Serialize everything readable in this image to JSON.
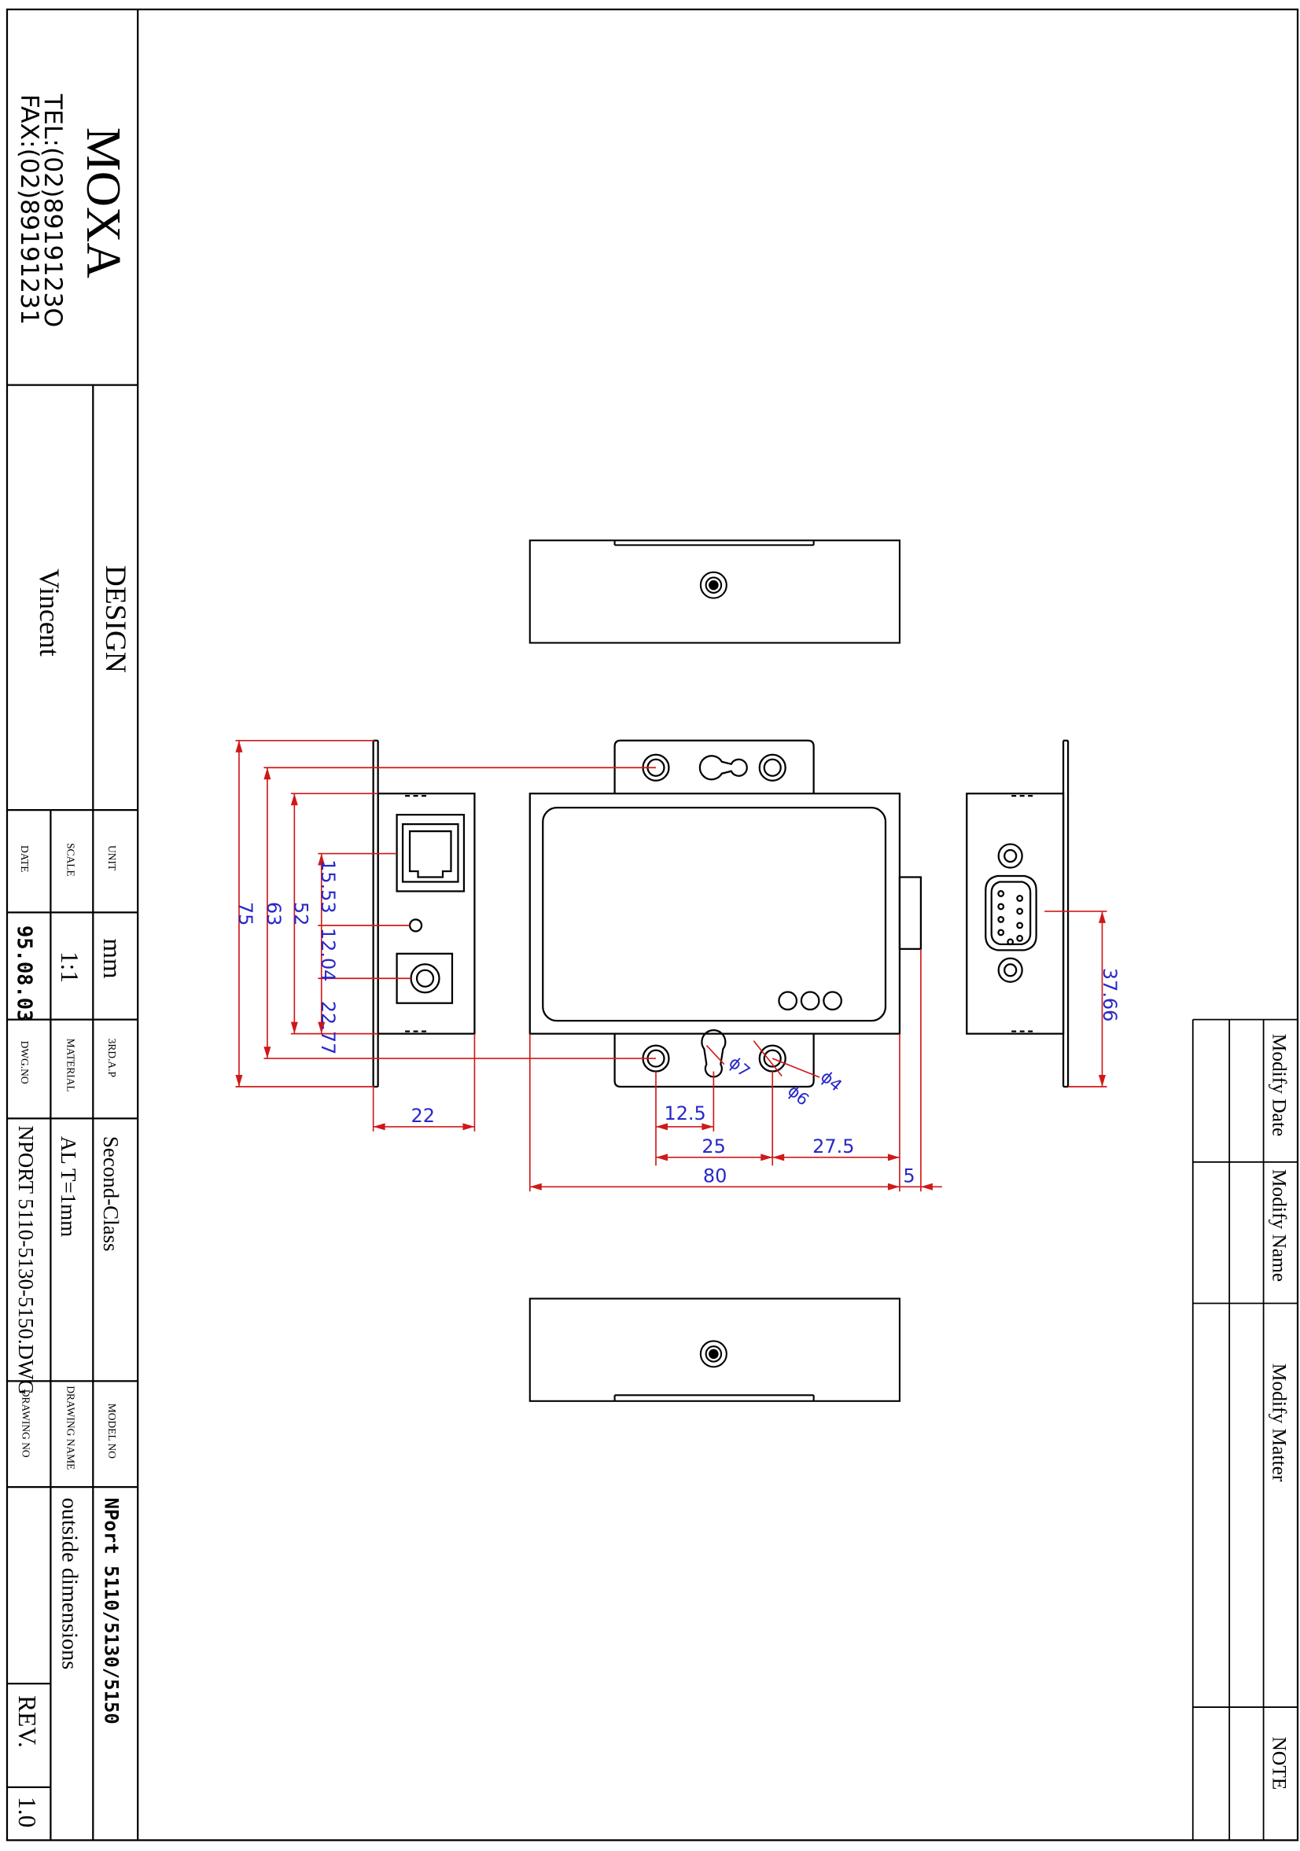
{
  "company": {
    "logo": "MOXA",
    "tel": "TEL:(02)8919123O",
    "fax": "FAX:(02)89191231"
  },
  "title_block": {
    "design_label": "DESIGN",
    "designer": "Vincent",
    "unit_label": "UNIT",
    "unit_value": "mm",
    "scale_label": "SCALE",
    "scale_value": "1:1",
    "date_label": "DATE",
    "date_value": "95.08.03",
    "third_angle": "3RD.A.P",
    "class_value": "Second-Class",
    "material_label": "MATERIAL",
    "material_value": "AL T=1mm",
    "dwg_no_label": "DWG.NO",
    "dwg_no_value": "NPORT 5110-5130-5150.DWG",
    "model_no_label": "MODEL NO",
    "model_value": "NPort 5110/5130/5150",
    "drawing_name_label": "DRAWING NAME",
    "drawing_name_value": "outside dimensions",
    "drawing_no_label": "DRAWING NO",
    "rev_label": "REV.",
    "rev_value": "1.0"
  },
  "revision_block": {
    "modify_date": "Modify Date",
    "modify_name": "Modify Name",
    "modify_matter": "Modify Matter",
    "note": "NOTE"
  },
  "dimensions": {
    "d75": "75",
    "d63": "63",
    "d52": "52",
    "d15_53": "15.53",
    "d12_04": "12.04",
    "d22_77": "22.77",
    "d22": "22",
    "d12_5": "12.5",
    "d25": "25",
    "d27_5": "27.5",
    "d80": "80",
    "d5": "5",
    "d37_66": "37.66",
    "phi7": "ϕ7",
    "phi6": "ϕ6",
    "phi4": "ϕ4"
  },
  "colors": {
    "line": "#000000",
    "dimension_line": "#d01818",
    "dimension_text": "#2828c8"
  }
}
